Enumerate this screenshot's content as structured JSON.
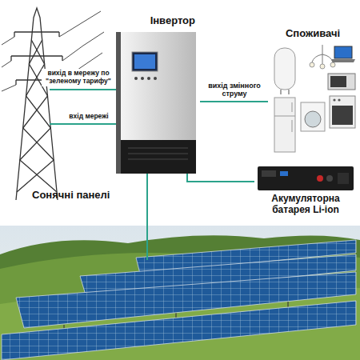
{
  "diagram": {
    "nodes": [
      {
        "text": [
          "Інвертор"
        ]
      },
      {
        "text": [
          "Споживачі"
        ]
      },
      {
        "text": [
          "Сонячні панелі"
        ]
      },
      {
        "text": [
          "Акумуляторна батарея Li-ion"
        ]
      }
    ],
    "edges": [
      {
        "from": 0,
        "to": 1,
        "arrow": "none",
        "label": "вихід змінного струму"
      },
      {
        "from": 0,
        "to": 3,
        "arrow": "none"
      },
      {
        "from": 0,
        "to": 2,
        "arrow": "none"
      }
    ],
    "labels": [
      "вихід в мережу по \"зеленому тарифу\"",
      "вхід мережі"
    ]
  }
}
